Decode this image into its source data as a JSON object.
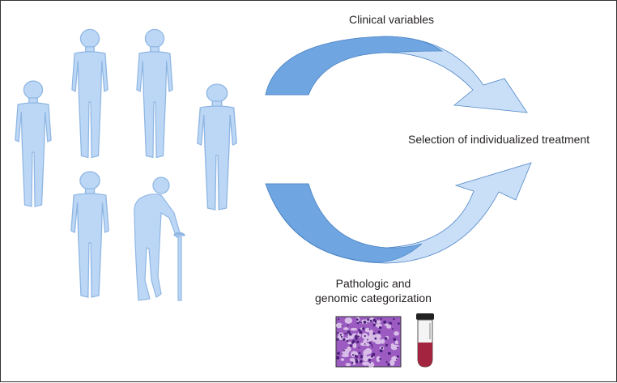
{
  "labels": {
    "clinical": "Clinical variables",
    "selection": "Selection of individualized treatment",
    "patho_line1": "Pathologic and",
    "patho_line2": "genomic categorization"
  },
  "colors": {
    "figure_fill": "#bcd7f6",
    "figure_stroke": "#8fb6e3",
    "arrow_dark": "#6fa6e1",
    "arrow_light": "#c9def7",
    "arrow_stroke": "#4f86c6",
    "text": "#231f20"
  },
  "icons": [
    "person-silhouette",
    "elderly-person-with-cane",
    "histology-slide",
    "blood-sample-tube"
  ]
}
